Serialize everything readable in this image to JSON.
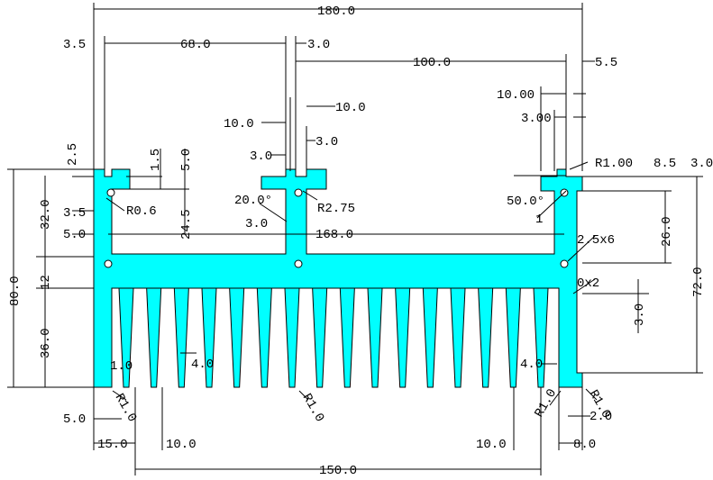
{
  "colors": {
    "profile": "#00ffff",
    "lines": "#000000",
    "background": "#ffffff"
  },
  "dimensions": {
    "overall_width": "180.0",
    "left_offset": "3.5",
    "left_span": "68.0",
    "center_offset": "3.0",
    "right_span": "100.0",
    "right_offset": "5.5",
    "center_left_ten": "10.0",
    "center_right_ten": "10.0",
    "center_three_left": "3.0",
    "center_three_right": "3.0",
    "right_top_ten": "10.00",
    "right_top_three": "3.00",
    "left_lip_height": "2.5",
    "slot_depth": "1.5",
    "slot_height": "5.0",
    "right_lip_depth": "8.5",
    "right_lip_height": "3.0",
    "left_radius": "R0.6",
    "center_radius": "R2.75",
    "right_radius": "R1.00",
    "left_wall_thickness": "3.5",
    "center_angle": "20.0°",
    "center_gap": "3.0",
    "right_angle": "50.0°",
    "right_radius_small": "1",
    "upper_height": "32.0",
    "left_step": "5.0",
    "center_post_height": "24.5",
    "inner_span": "168.0",
    "right_upper_height": "26.0",
    "hole_spec": "2.5x6",
    "overall_height": "80.0",
    "base_thickness": "12",
    "fin_height": "36.0",
    "right_height": "72.0",
    "fin_root": "0x2",
    "right_step": "3.0",
    "fin_tip_left": "1.0",
    "fin_gap_left": "4.0",
    "fin_gap_right": "4.0",
    "fin_radius_left": "R1.0",
    "fin_radius_center": "R1.0",
    "fin_radius_right": "R1.0",
    "fin_radius_right_outer": "R1.0",
    "bottom_left_step": "5.0",
    "bottom_right_step": "2.0",
    "bottom_left_offset": "15.0",
    "bottom_fin_pitch_left": "10.0",
    "bottom_fin_pitch_right": "10.0",
    "bottom_right_offset": "8.0",
    "bottom_span": "150.0"
  }
}
